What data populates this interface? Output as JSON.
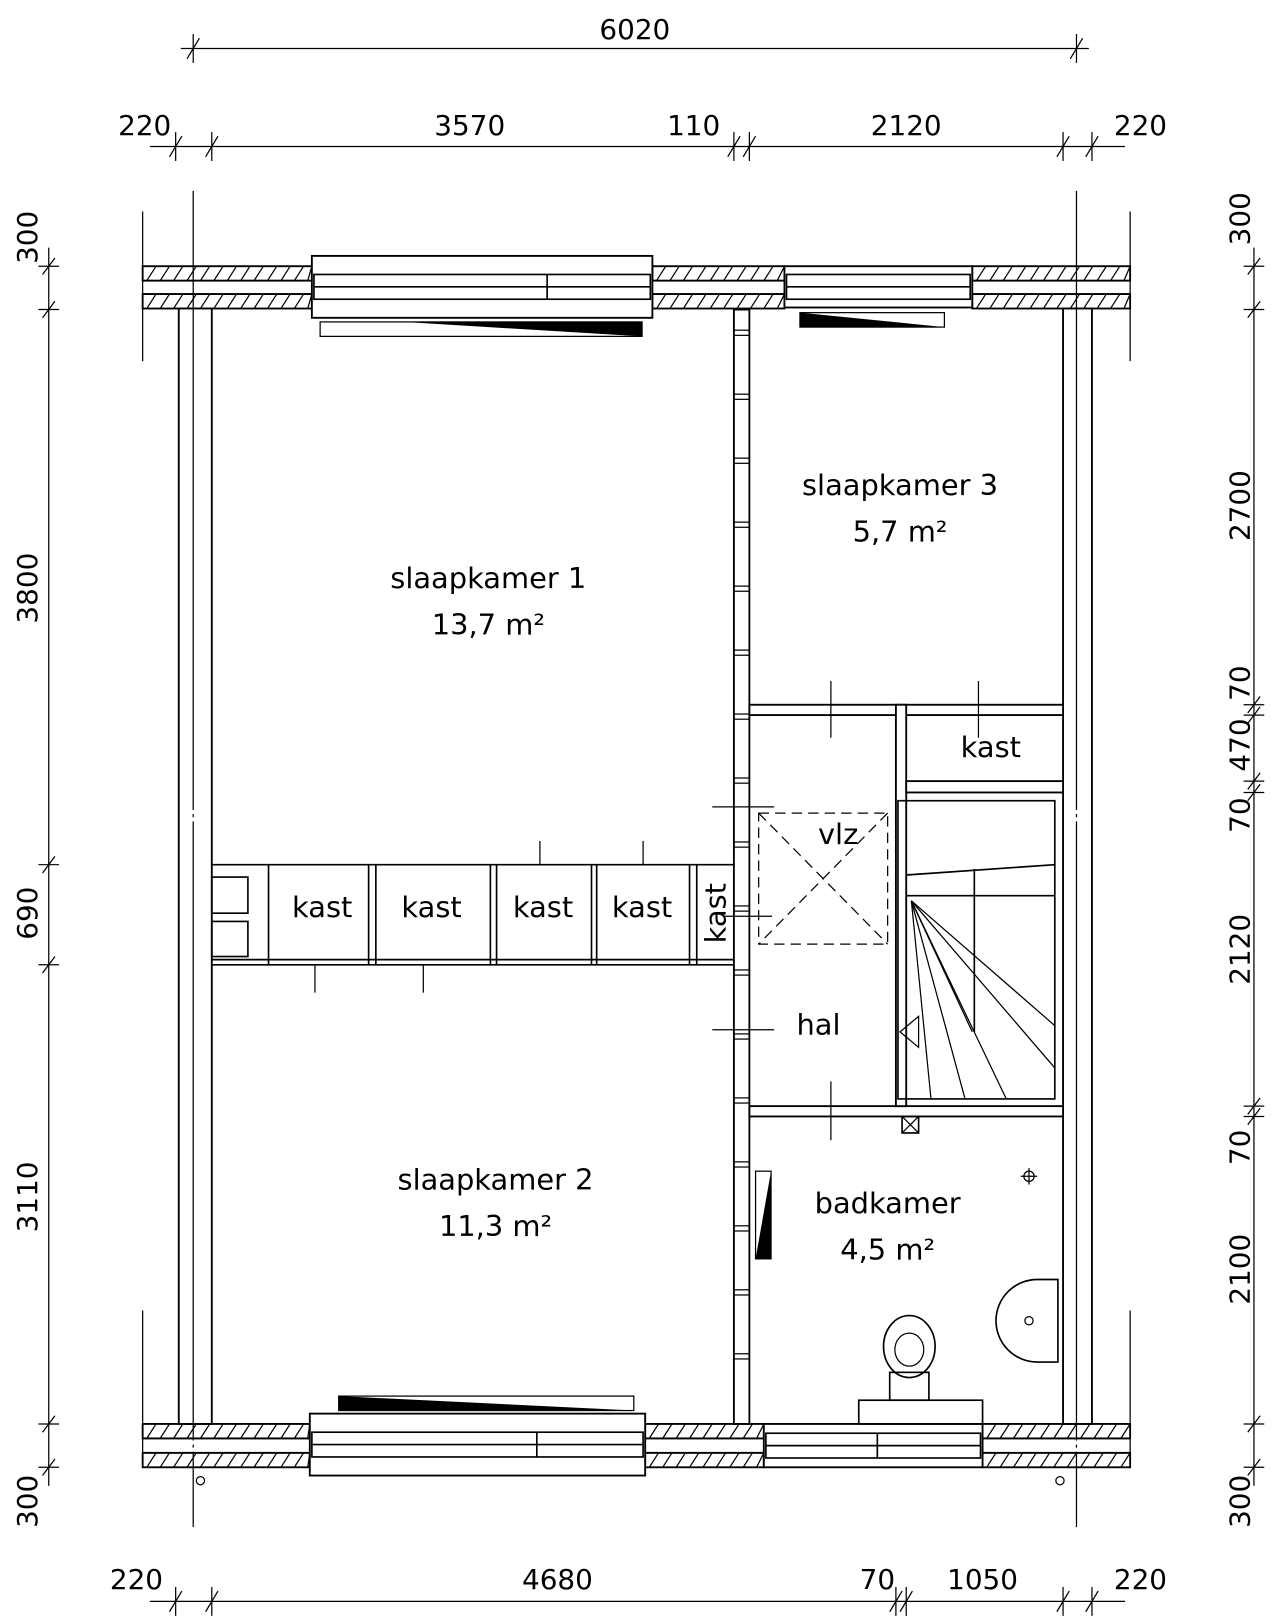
{
  "colors": {
    "ink": "#000000",
    "paper": "#ffffff"
  },
  "dimensions": {
    "top_overall": "6020",
    "top": [
      "220",
      "3570",
      "110",
      "2120",
      "220"
    ],
    "bottom": [
      "220",
      "4680",
      "70",
      "1050",
      "220"
    ],
    "left": [
      "300",
      "3800",
      "690",
      "3110",
      "300"
    ],
    "right": [
      "300",
      "2700",
      "70",
      "470",
      "70",
      "2120",
      "70",
      "2100",
      "300"
    ]
  },
  "rooms": {
    "slaapkamer1": {
      "name": "slaapkamer 1",
      "area": "13,7 m²"
    },
    "slaapkamer2": {
      "name": "slaapkamer 2",
      "area": "11,3 m²"
    },
    "slaapkamer3": {
      "name": "slaapkamer 3",
      "area": "5,7 m²"
    },
    "badkamer": {
      "name": "badkamer",
      "area": "4,5 m²"
    },
    "hal": {
      "name": "hal"
    },
    "vlz": {
      "name": "vlz"
    },
    "kast_right": {
      "name": "kast"
    },
    "kast_vertical": {
      "name": "kast"
    },
    "kasts": [
      "kast",
      "kast",
      "kast",
      "kast"
    ]
  }
}
